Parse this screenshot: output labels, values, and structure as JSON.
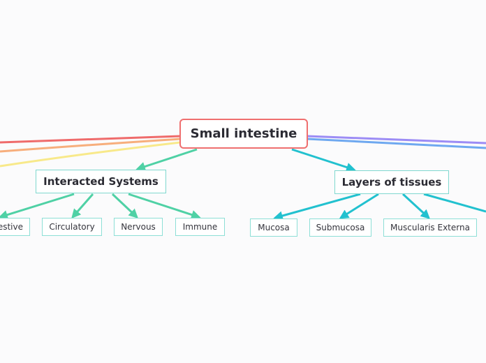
{
  "mindmap": {
    "root": {
      "label": "Small intestine",
      "border_color": "#ef6f6f"
    },
    "branches": [
      {
        "label": "Interacted Systems",
        "connector_color": "#4fd1a5",
        "children": [
          "estive",
          "Circulatory",
          "Nervous",
          "Immune"
        ]
      },
      {
        "label": "Layers of tissues",
        "connector_color": "#22c1cf",
        "children": [
          "Mucosa",
          "Submucosa",
          "Muscularis Externa"
        ]
      }
    ],
    "offscreen_branch_colors": [
      "#ef6b6b",
      "#f7ae7c",
      "#f8e98a",
      "#9c8cf5",
      "#6ea8f0"
    ]
  }
}
